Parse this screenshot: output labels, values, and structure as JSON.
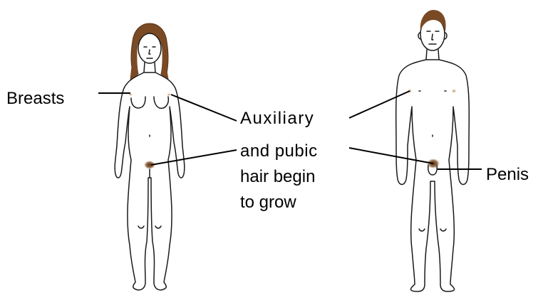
{
  "labels": {
    "breasts": "Breasts",
    "hair_line1": "Auxiliary",
    "hair_line2": "and pubic",
    "hair_line3": "hair begin",
    "hair_line4": "to grow",
    "penis": "Penis"
  },
  "colors": {
    "hair": "#7a4a25",
    "pubic_hair": "#6b3f16",
    "outline": "#1a1a1a",
    "leader": "#000000"
  }
}
